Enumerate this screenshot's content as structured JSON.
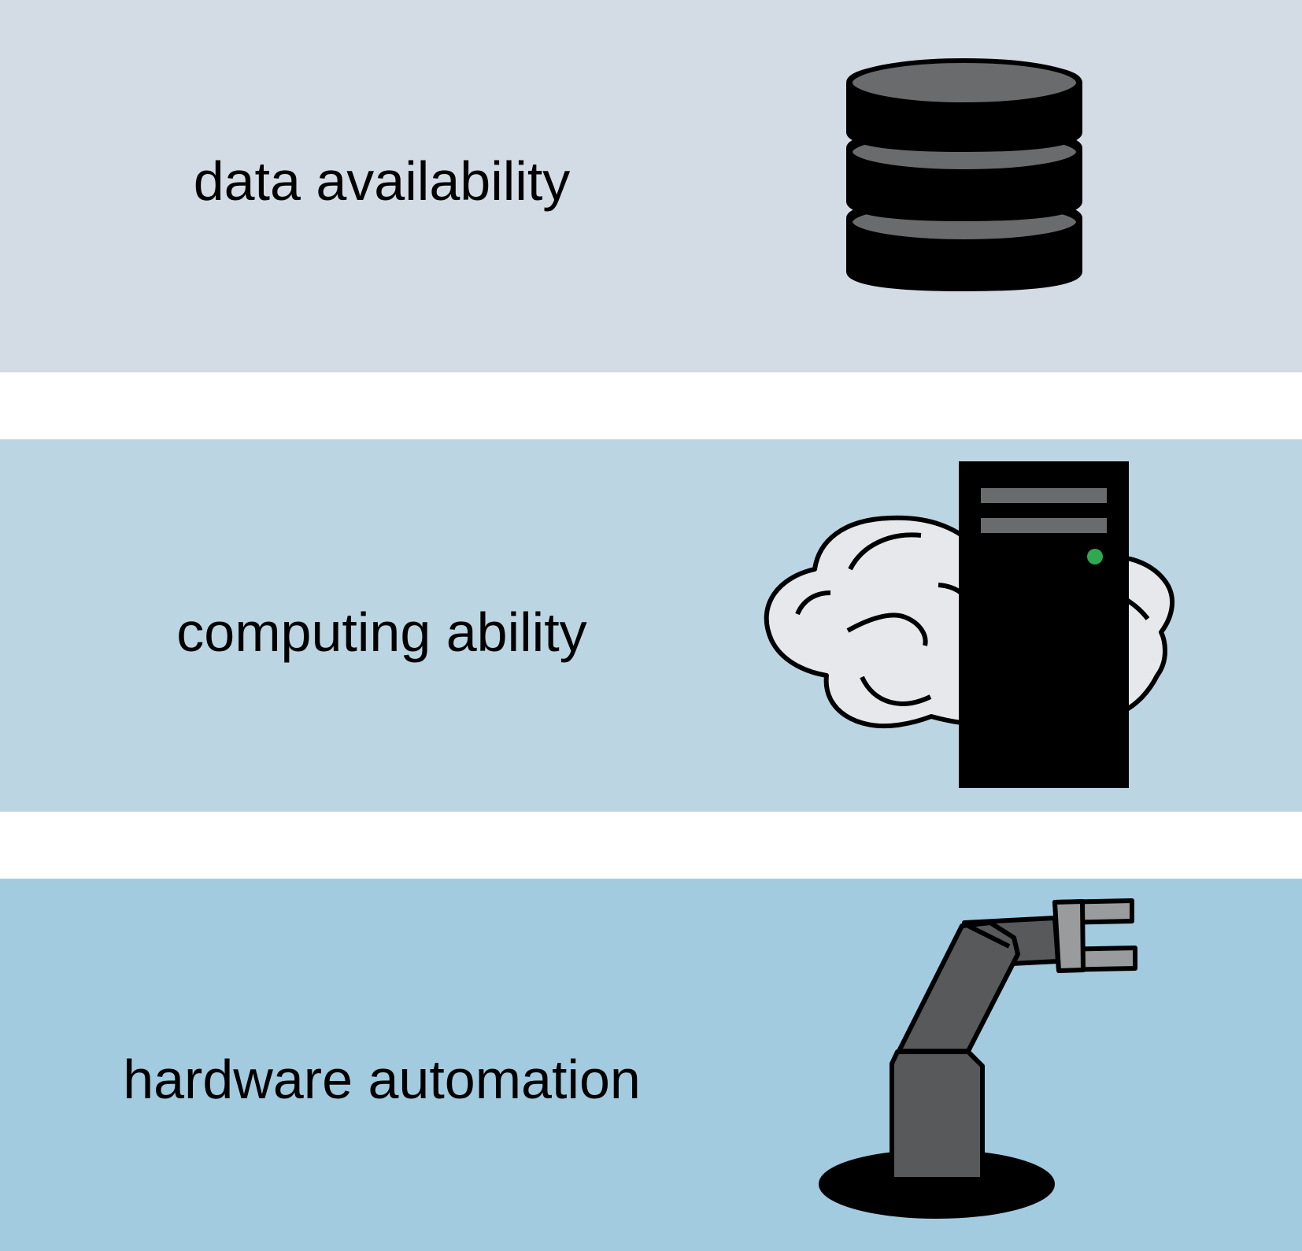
{
  "colors": {
    "band_1": "#d3dce4",
    "band_2": "#bcd5e2",
    "band_3": "#a3cbe0",
    "icon_dark": "#000000",
    "icon_grey": "#6a6b6d",
    "cloud_fill": "#e6e8eb",
    "robot_fill": "#58595b",
    "robot_claw": "#9a9b9d",
    "led_green": "#2fa84f"
  },
  "panels": [
    {
      "label": "data availability",
      "icon": "database-icon"
    },
    {
      "label": "computing ability",
      "icon": "cloud-server-icon"
    },
    {
      "label": "hardware automation",
      "icon": "robot-arm-icon"
    }
  ]
}
